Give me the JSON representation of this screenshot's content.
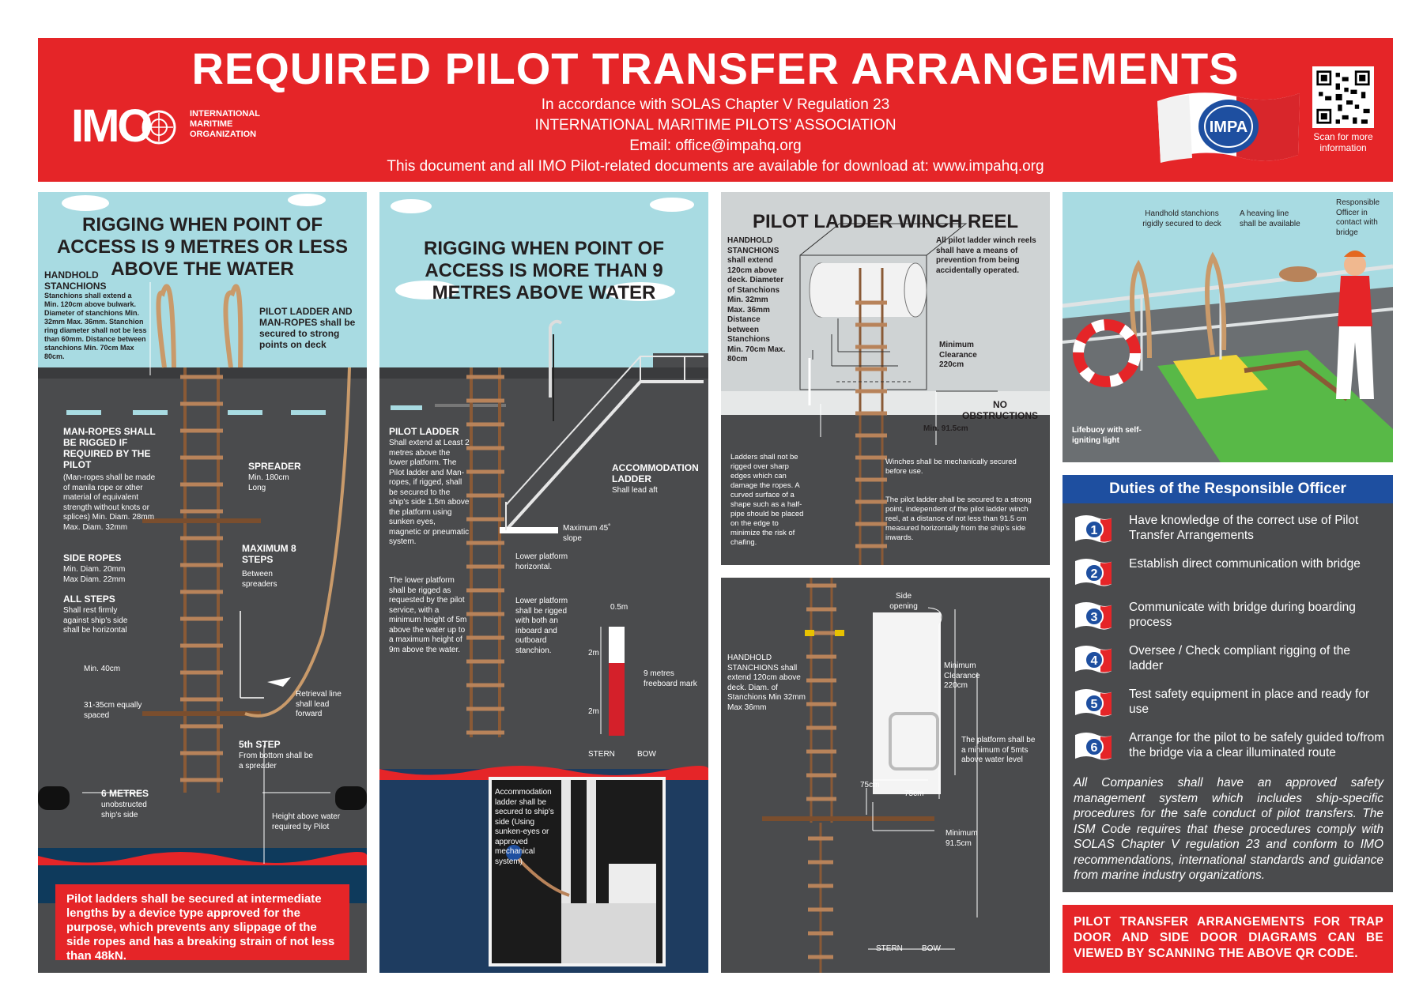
{
  "header": {
    "title": "REQUIRED PILOT TRANSFER ARRANGEMENTS",
    "line1": "In accordance with SOLAS Chapter V Regulation 23",
    "line2": "INTERNATIONAL MARITIME PILOTS’ ASSOCIATION",
    "line3": "Email: office@impahq.org",
    "line4": "This document and all IMO Pilot-related documents are available for download at: www.impahq.org",
    "imo_letters": "IMO",
    "imo_org": [
      "INTERNATIONAL",
      "MARITIME",
      "ORGANIZATION"
    ],
    "impa_logo": "IMPA",
    "qr_caption": "Scan for more information"
  },
  "panel1": {
    "title": "RIGGING WHEN POINT OF ACCESS IS 9 METRES OR LESS ABOVE THE WATER",
    "handhold_head": "HANDHOLD STANCHIONS",
    "handhold_text": "Stanchions shall extend a Min. 120cm above bulwark. Diameter of stanchions Min. 32mm Max. 36mm. Stanchion ring diameter shall not be less than 60mm. Distance between stanchions Min. 70cm Max 80cm.",
    "pl_manropes": "PILOT LADDER AND MAN-ROPES shall be secured to strong points on deck",
    "manropes_head": "MAN-ROPES SHALL BE RIGGED IF REQUIRED BY THE PILOT",
    "manropes_text": "(Man-ropes shall be made of manila rope or other material of equivalent strength without knots or splices) Min. Diam. 28mm Max. Diam. 32mm",
    "spreader_head": "SPREADER",
    "spreader_text": "Min. 180cm Long",
    "side_ropes_head": "SIDE ROPES",
    "side_ropes_text": "Min. Diam. 20mm Max Diam. 22mm",
    "max_steps_head": "MAXIMUM 8 STEPS",
    "max_steps_text": "Between spreaders",
    "all_steps_head": "ALL STEPS",
    "all_steps_text": "Shall rest firmly against ship's side shall be horizontal",
    "min40": "Min. 40cm",
    "spacing": "31-35cm equally spaced",
    "retrieval": "Retrieval line shall lead forward",
    "fifth_head": "5th STEP",
    "fifth_text": "From bottom shall be a spreader",
    "six_head": "6 METRES",
    "six_text": "unobstructed ship's side",
    "height": "Height above water required by Pilot",
    "note": "Pilot ladders shall be secured at intermediate lengths by a device type approved for the purpose, which prevents any slippage of the side ropes and has a breaking strain of not less than 48kN."
  },
  "panel2": {
    "title": "RIGGING WHEN POINT OF ACCESS IS MORE THAN 9 METRES ABOVE WATER",
    "pl_head": "PILOT LADDER",
    "pl_text": "Shall extend at Least 2 metres above the lower platform. The Pilot ladder and Man-ropes, if rigged, shall be secured to the ship's side 1.5m above the platform using sunken eyes, magnetic or pneumatic system.",
    "lower_text": "The lower platform shall be rigged as requested by the pilot service, with a minimum height of 5m above the water up to a maximum height of 9m above the water.",
    "acc_head": "ACCOMMODATION LADDER",
    "acc_text": "Shall lead aft",
    "max45": "Maximum 45˚ slope",
    "lower_horiz": "Lower platform horizontal.",
    "lower_rigged": "Lower platform shall be rigged with both an inboard and outboard stanchion.",
    "m05": "0.5m",
    "m2a": "2m",
    "m2b": "2m",
    "freeboard": "9 metres freeboard mark",
    "stern": "STERN",
    "bow": "BOW",
    "inset": "Accommodation ladder shall be secured to ship's side (Using sunken-eyes or approved mechanical system)"
  },
  "panel3": {
    "title": "PILOT LADDER WINCH REEL",
    "handhold": "HANDHOLD STANCHIONS shall extend 120cm above deck. Diameter of Stanchions Min. 32mm Max. 36mm Distance between Stanchions Min. 70cm Max. 80cm",
    "reels": "All pilot ladder winch reels shall have a means of prevention from being accidentally operated.",
    "clearance": "Minimum Clearance 220cm",
    "no_obs": "NO OBSTRUCTIONS",
    "min915": "Min. 91.5cm",
    "ladders": "Ladders shall not be rigged over sharp edges which can damage the ropes. A curved surface of a shape such as a half-pipe should be placed on the edge to minimize the risk of chafing.",
    "winches": "Winches shall be mechanically secured before use.",
    "secured": "The pilot ladder shall be secured to a strong point, independent of the pilot ladder winch reel, at a distance of not less than 91.5 cm measured horizontally from the ship's side inwards."
  },
  "panel4": {
    "side_opening": "Side opening",
    "handhold": "HANDHOLD STANCHIONS shall extend 120cm above deck. Diam. of Stanchions Min 32mm Max 36mm",
    "clearance": "Minimum Clearance 220cm",
    "platform": "The platform shall be a minimum of 5mts above water level",
    "c75a": "75cm",
    "c75b": "75cm",
    "min915": "Minimum 91.5cm",
    "stern": "STERN",
    "bow": "BOW"
  },
  "panel5": {
    "handhold": "Handhold stanchions rigidly secured to deck",
    "heaving": "A heaving line shall be available",
    "officer": "Responsible Officer in contact with bridge",
    "lifebuoy": "Lifebuoy with self-igniting light"
  },
  "duties": {
    "title": "Duties of the Responsible Officer",
    "items": [
      {
        "num": "1",
        "text": "Have knowledge of the correct use of Pilot Transfer Arrangements"
      },
      {
        "num": "2",
        "text": "Establish direct communication with bridge"
      },
      {
        "num": "3",
        "text": "Communicate with bridge during boarding process"
      },
      {
        "num": "4",
        "text": "Oversee / Check compliant rigging of the ladder"
      },
      {
        "num": "5",
        "text": "Test safety equipment in place and ready for use"
      },
      {
        "num": "6",
        "text": "Arrange for the pilot to be safely guided to/from the bridge via a clear illuminated route"
      }
    ],
    "paragraph": "All Companies shall have an approved safety management system which includes ship-specific procedures for the safe conduct of pilot transfers. The ISM Code requires that these procedures comply with SOLAS Chapter V regulation 23 and conform to IMO recommendations, international standards and guidance from marine industry organizations."
  },
  "trap_note": "PILOT TRANSFER ARRANGEMENTS FOR TRAP DOOR AND SIDE DOOR DIAGRAMS CAN BE VIEWED BY SCANNING THE ABOVE QR CODE.",
  "colors": {
    "red": "#e52528",
    "blue": "#1e4fa0",
    "panel": "#4a4b4d",
    "sky": "#a8dbe2",
    "rope": "#b8835a"
  }
}
